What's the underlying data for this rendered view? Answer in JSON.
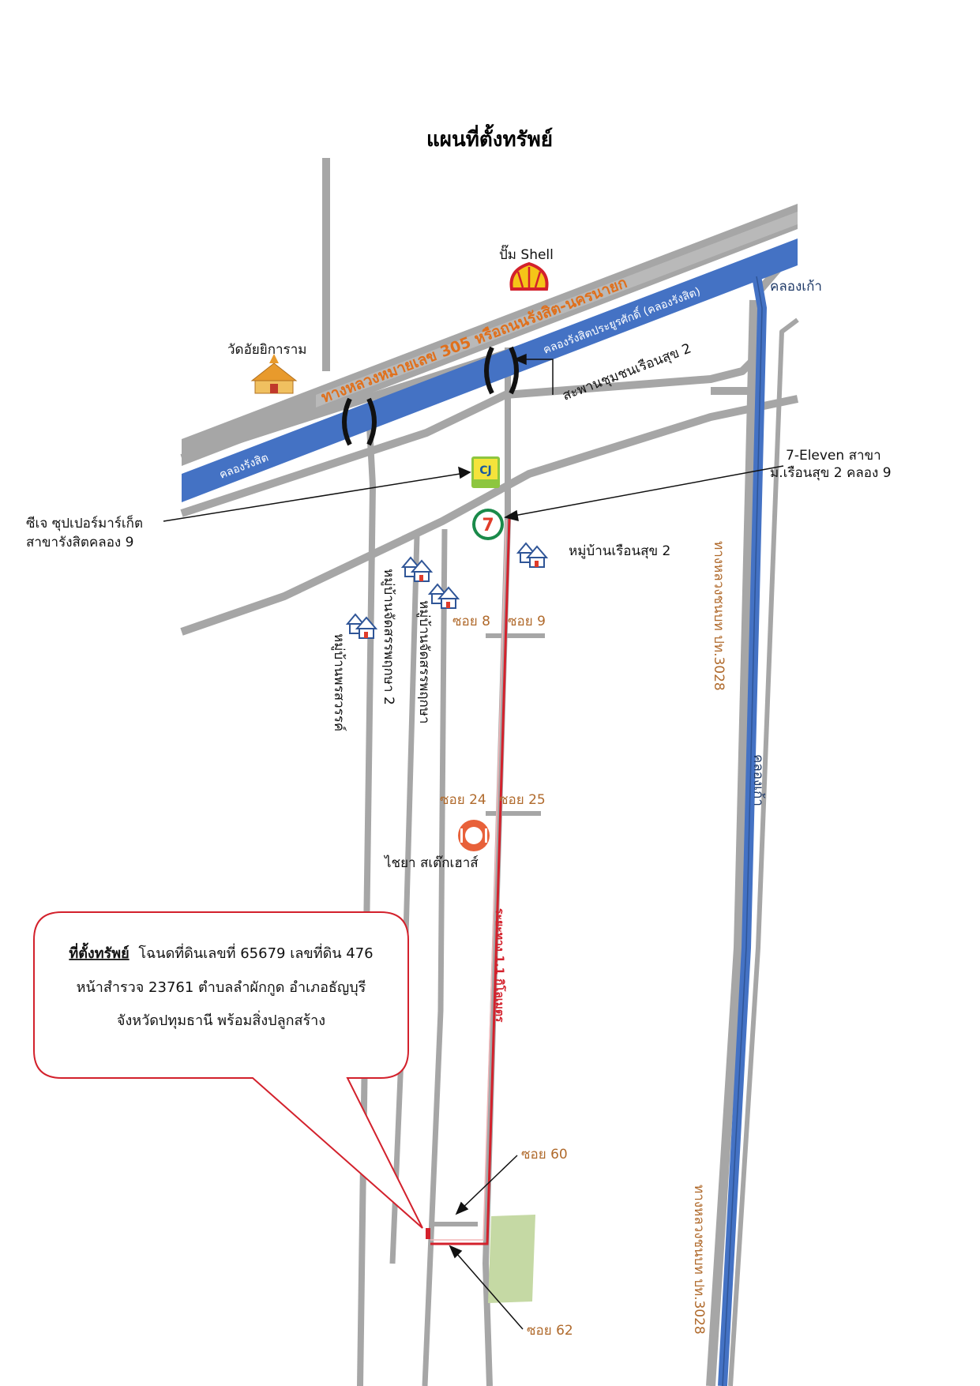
{
  "title": "แผนที่ตั้งทรัพย์",
  "roads": {
    "highway_305": "ทางหลวงหมายเลข 305 หรือถนนรังสิต-นครนายก",
    "pt3028_upper": "ทางหลวงชนบท ปท.3028",
    "pt3028_lower": "ทางหลวงชนบท ปท.3028"
  },
  "canals": {
    "rangsit": "คลองรังสิต",
    "rangsit_prayoon": "คลองรังสิตประยูรศักดิ์ (คลองรังสิต)",
    "khlong_kao_top": "คลองเก้า",
    "khlong_kao_side": "คลองเก้า"
  },
  "landmarks": {
    "shell": "ปั๊ม Shell",
    "temple": "วัดอัยยิการาม",
    "bridge": "สะพานชุมชนเรือนสุข 2",
    "seven_eleven_line1": "7-Eleven สาขา",
    "seven_eleven_line2": "ม.เรือนสุข 2 คลอง 9",
    "cj_line1": "ซีเจ ซุปเปอร์มาร์เก็ต",
    "cj_line2": "สาขารังสิตคลอง 9",
    "village_ruensuk": "หมู่บ้านเรือนสุข 2",
    "village_pornsawan": "หมู่บ้านพรสวรรค์",
    "village_jadsan2": "หมู่บ้านจัดสรรพฤกษา 2",
    "village_jadsan": "หมู่บ้านจัดสรรพฤกษา",
    "steakhouse": "ไชยา สเต๊กเฮาส์"
  },
  "sois": {
    "s8": "ซอย 8",
    "s9": "ซอย 9",
    "s24": "ซอย 24",
    "s25": "ซอย 25",
    "s60": "ซอย 60",
    "s62": "ซอย 62"
  },
  "route_distance": "ระยะทาง 1.1 กิโลเมตร",
  "callout": {
    "heading": "ที่ตั้งทรัพย์",
    "line1": "โฉนดที่ดินเลขที่ 65679 เลขที่ดิน 476",
    "line2": "หน้าสำรวจ 23761 ตำบลลำผักกูด อำเภอธัญบุรี",
    "line3": "จังหวัดปทุมธานี พร้อมสิ่งปลูกสร้าง"
  },
  "colors": {
    "road": "#a6a6a6",
    "canal": "#4472c4",
    "route": "#d3212c",
    "plot": "#c5d9a4",
    "road_label": "#e0701c",
    "soi_label": "#b06a2c"
  },
  "icons": {
    "shell": "shell-logo-icon",
    "temple": "temple-icon",
    "cj": "cj-express-logo-icon",
    "seven_eleven": "seven-eleven-logo-icon",
    "house": "house-cluster-icon",
    "restaurant": "restaurant-plate-icon"
  }
}
